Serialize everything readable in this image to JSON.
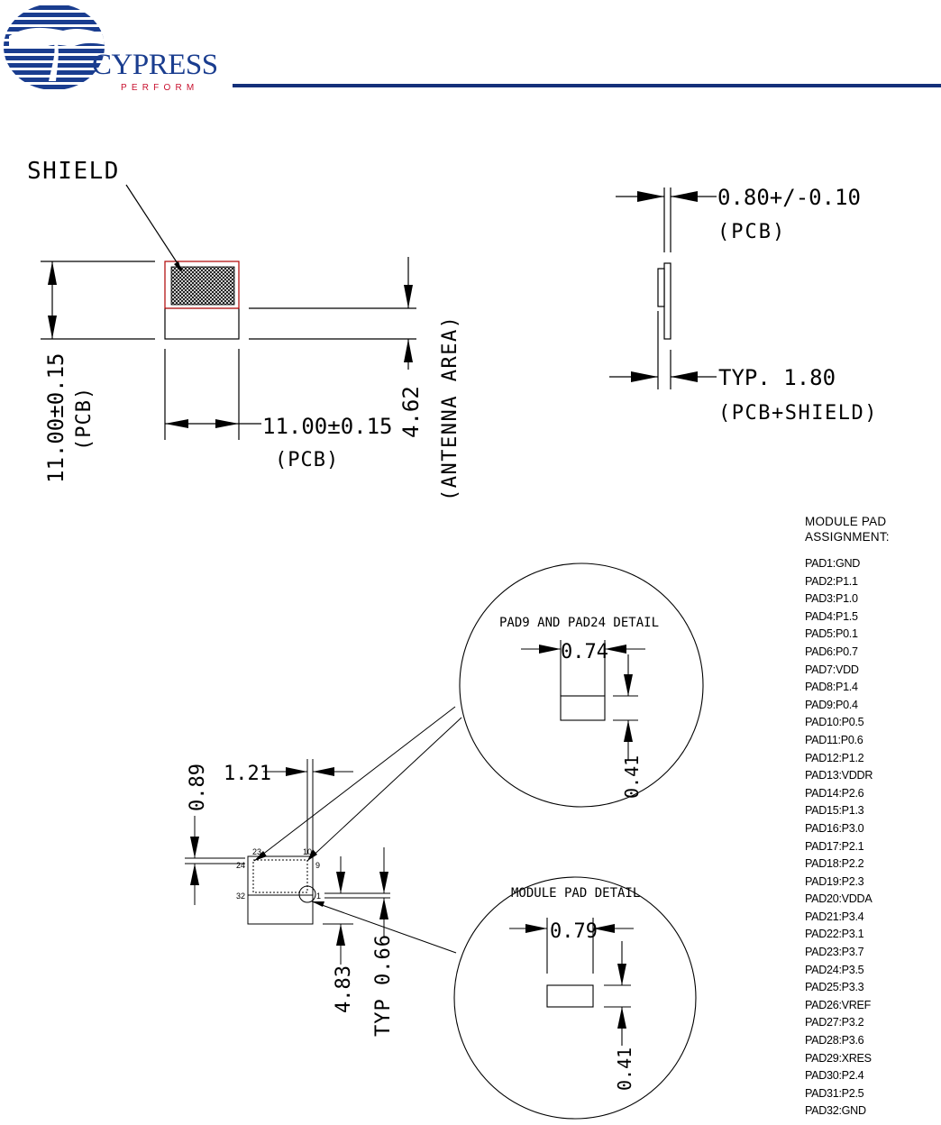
{
  "header": {
    "brand": "CYPRESS",
    "tagline": "PERFORM",
    "colors": {
      "brand_blue": "#1a3d8f",
      "tagline_red": "#c8102e",
      "rule": "#14307a"
    }
  },
  "top_view": {
    "shield_label": "SHIELD",
    "width_dim": "11.00±0.15",
    "width_dim_note": "(PCB)",
    "height_dim": "11.00±0.15",
    "height_dim_note": "(PCB)",
    "antenna_dim": "4.62",
    "antenna_dim_note": "(ANTENNA AREA)"
  },
  "side_view": {
    "pcb_thickness": "0.80+/-0.10",
    "pcb_thickness_note": "(PCB)",
    "total_thickness": "TYP. 1.80",
    "total_thickness_note": "(PCB+SHIELD)"
  },
  "bottom_view": {
    "dim_1_21": "1.21",
    "dim_0_89": "0.89",
    "dim_4_83": "4.83",
    "dim_typ_0_66": "TYP 0.66",
    "pad_numbers": {
      "p23": "23",
      "p10": "10",
      "p24": "24",
      "p9": "9",
      "p32": "32",
      "p1": "1"
    }
  },
  "detail_pad9_24": {
    "title": "PAD9 AND PAD24 DETAIL",
    "width": "0.74",
    "height": "0.41"
  },
  "detail_module_pad": {
    "title": "MODULE PAD DETAIL",
    "width": "0.79",
    "height": "0.41"
  },
  "pad_assignment": {
    "title_line1": "MODULE PAD",
    "title_line2": "ASSIGNMENT:",
    "pads": [
      "PAD1:GND",
      "PAD2:P1.1",
      "PAD3:P1.0",
      "PAD4:P1.5",
      "PAD5:P0.1",
      "PAD6:P0.7",
      "PAD7:VDD",
      "PAD8:P1.4",
      "PAD9:P0.4",
      "PAD10:P0.5",
      "PAD11:P0.6",
      "PAD12:P1.2",
      "PAD13:VDDR",
      "PAD14:P2.6",
      "PAD15:P1.3",
      "PAD16:P3.0",
      "PAD17:P2.1",
      "PAD18:P2.2",
      "PAD19:P2.3",
      "PAD20:VDDA",
      "PAD21:P3.4",
      "PAD22:P3.1",
      "PAD23:P3.7",
      "PAD24:P3.5",
      "PAD25:P3.3",
      "PAD26:VREF",
      "PAD27:P3.2",
      "PAD28:P3.6",
      "PAD29:XRES",
      "PAD30:P2.4",
      "PAD31:P2.5",
      "PAD32:GND"
    ]
  }
}
